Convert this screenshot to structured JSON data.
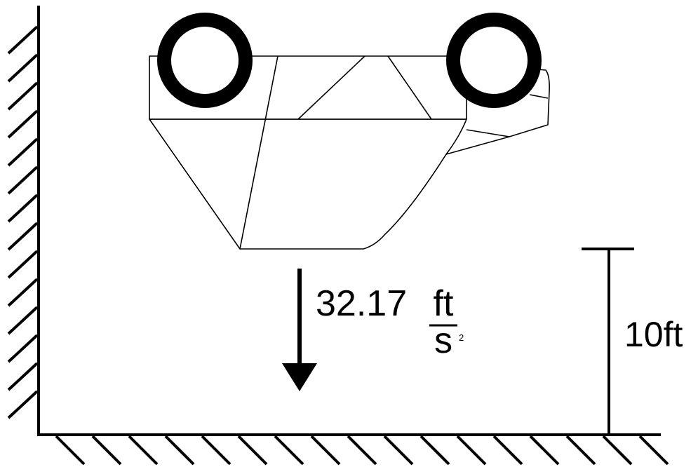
{
  "acceleration": {
    "magnitude": "32.17",
    "unit_numerator": "ft",
    "unit_denominator": "s",
    "unit_exponent": "2"
  },
  "height": {
    "label": "10ft"
  },
  "colors": {
    "stroke": "#000000",
    "background": "#ffffff"
  }
}
